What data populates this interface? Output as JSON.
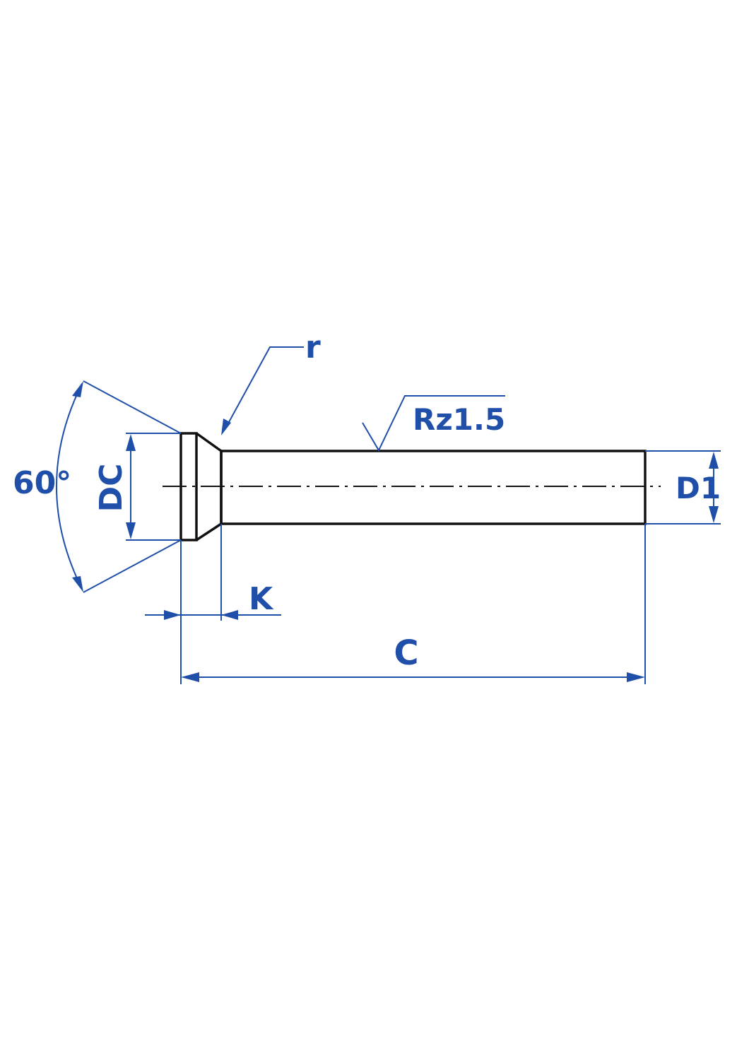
{
  "drawing": {
    "part_color": "#111111",
    "dimension_color": "#1f4fa8",
    "labels": {
      "angle": "60°",
      "head_diameter": "DC",
      "radius": "r",
      "roughness": "Rz1.5",
      "shank_diameter": "D1",
      "head_thickness": "K",
      "overall_length": "C"
    }
  }
}
